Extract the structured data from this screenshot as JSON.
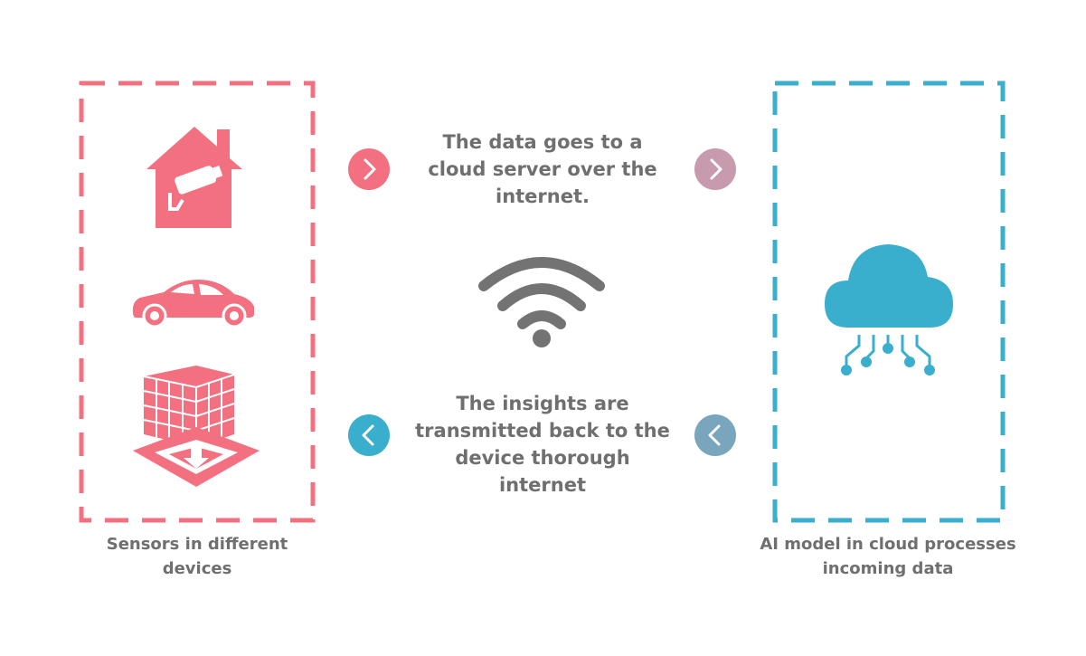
{
  "diagram": {
    "top_message": "The data goes to a cloud server over the internet.",
    "bottom_message": "The insights are transmitted back to the device thorough internet",
    "left_caption": "Sensors in different devices",
    "right_caption": "AI model in cloud processes incoming data"
  },
  "icons": {
    "house": "house-with-security-camera-icon",
    "car": "car-icon",
    "building": "smart-building-icon",
    "wifi": "wifi-icon",
    "cloud": "cloud-ai-circuit-icon",
    "arrow_right": "chevron-right-icon",
    "arrow_left": "chevron-left-icon"
  },
  "colors": {
    "devices_accent": "#f2707f",
    "cloud_accent": "#3aaecd",
    "text": "#6f6f6f",
    "wifi": "#737373",
    "arrow_top_left": "#f2707f",
    "arrow_top_right": "#c79aad",
    "arrow_bottom_left": "#3aaecd",
    "arrow_bottom_right": "#7aa6bd"
  }
}
